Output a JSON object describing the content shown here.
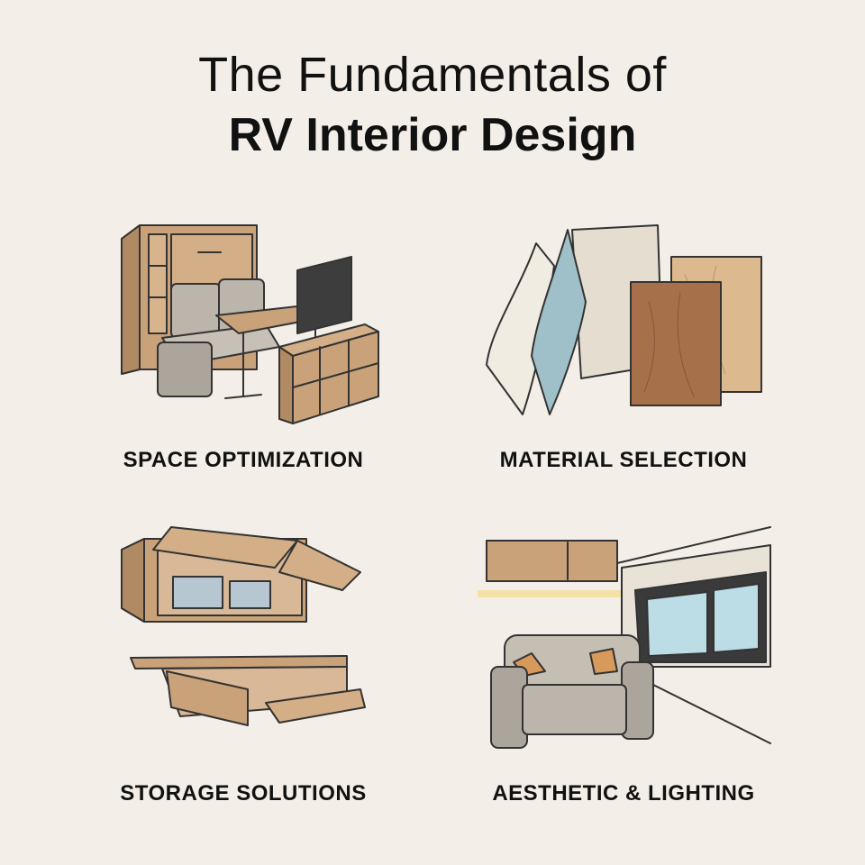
{
  "title": {
    "line1": "The Fundamentals of",
    "line2": "RV Interior Design"
  },
  "sections": [
    {
      "label": "SPACE OPTIMIZATION",
      "icon": "convertible-furniture-illustration"
    },
    {
      "label": "MATERIAL SELECTION",
      "icon": "fabric-and-wood-samples-illustration"
    },
    {
      "label": "STORAGE SOLUTIONS",
      "icon": "cabinet-storage-illustration"
    },
    {
      "label": "AESTHETIC & LIGHTING",
      "icon": "rv-lounge-lighting-illustration"
    }
  ],
  "colors": {
    "background": "#f3efe8",
    "wood": "#c9a27a",
    "wood_dark": "#9c6a45",
    "upholstery": "#b9b2a8",
    "fabric_blue": "#9fc0c8",
    "light_glow": "#f5d77a",
    "window": "#bcdce6",
    "outline": "#333333"
  }
}
